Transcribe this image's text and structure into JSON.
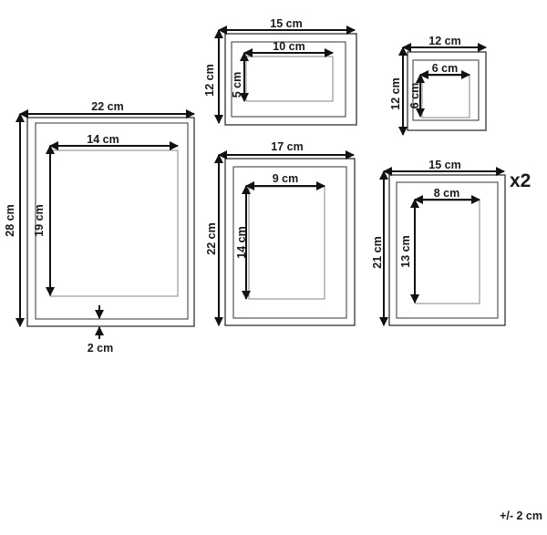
{
  "frames": {
    "large": {
      "frame_width": "22 cm",
      "frame_height": "28 cm",
      "photo_width": "14 cm",
      "photo_height": "19 cm",
      "border": "2 cm"
    },
    "top_middle": {
      "frame_width": "15 cm",
      "frame_height": "12 cm",
      "photo_width": "10 cm",
      "photo_height": "5 cm"
    },
    "top_right": {
      "frame_width": "12 cm",
      "frame_height": "12 cm",
      "photo_width": "6 cm",
      "photo_height": "6 cm"
    },
    "middle": {
      "frame_width": "17 cm",
      "frame_height": "22 cm",
      "photo_width": "9 cm",
      "photo_height": "14 cm"
    },
    "bottom_right": {
      "frame_width": "15 cm",
      "frame_height": "21 cm",
      "photo_width": "8 cm",
      "photo_height": "13 cm",
      "quantity": "x2"
    }
  },
  "tolerance": "+/- 2 cm",
  "colors": {
    "stroke": "#222222",
    "text": "#1a1a1a",
    "background": "#ffffff"
  }
}
